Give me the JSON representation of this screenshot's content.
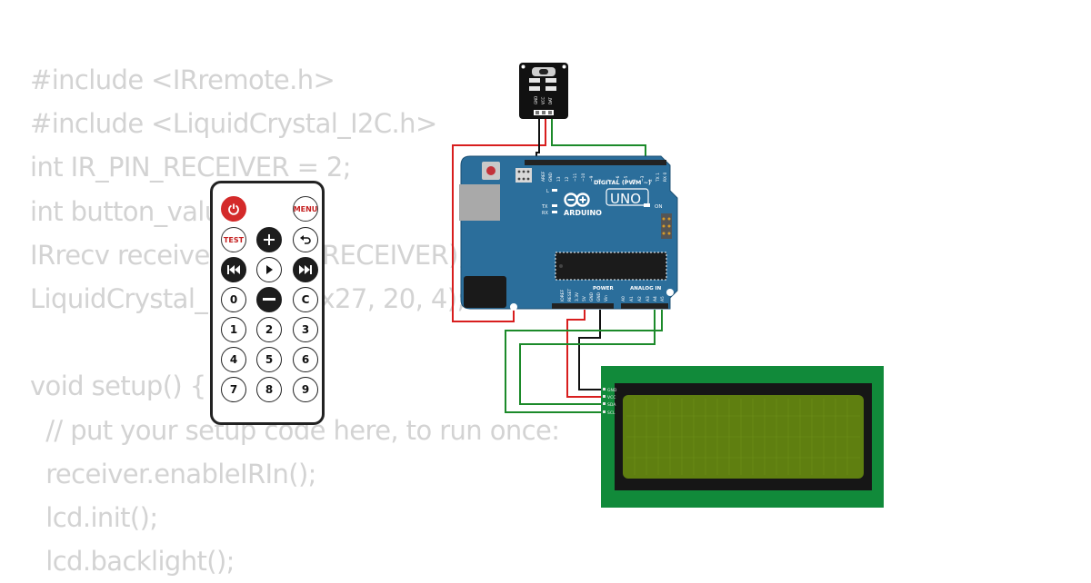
{
  "code_lines": [
    "#include <IRremote.h>",
    "#include <LiquidCrystal_I2C.h>",
    "int IR_PIN_RECEIVER = 2;",
    "int button_value;",
    "IRrecv receiver(IR_PIN_RECEIVER);",
    "LiquidCrystal_I2C lcd(0x27, 20, 4);",
    "",
    "void setup() {",
    "  // put your setup code here, to run once:",
    "  receiver.enableIRIn();",
    "  lcd.init();",
    "  lcd.backlight();"
  ],
  "ir_module": {
    "pin_labels": [
      "GND",
      "VCC",
      "DAT"
    ]
  },
  "arduino": {
    "brand": "ARDUINO",
    "model": "UNO",
    "digital_header": "DIGITAL (PWM ~)",
    "on_label": "ON",
    "led_labels": [
      "L",
      "TX",
      "RX"
    ],
    "top_pins": [
      "AREF",
      "GND",
      "13",
      "12",
      "~11",
      "~10",
      "~9",
      "8",
      "7",
      "~6",
      "~5",
      "4",
      "~3",
      "2",
      "TX 1",
      "RX 0"
    ],
    "power_header": "POWER",
    "analog_header": "ANALOG IN",
    "power_pins": [
      "IOREF",
      "RESET",
      "3.3V",
      "5V",
      "GND",
      "GND",
      "Vin"
    ],
    "analog_pins": [
      "A0",
      "A1",
      "A2",
      "A3",
      "A4",
      "A5"
    ]
  },
  "lcd": {
    "pin_labels": [
      "GND",
      "VCC",
      "SDA",
      "SCL"
    ]
  },
  "remote": {
    "buttons": {
      "power": "",
      "menu": "MENU",
      "test": "TEST",
      "plus": "",
      "back": "",
      "prev": "",
      "play": "",
      "next": "",
      "zero": "0",
      "minus": "",
      "c": "C",
      "n1": "1",
      "n2": "2",
      "n3": "3",
      "n4": "4",
      "n5": "5",
      "n6": "6",
      "n7": "7",
      "n8": "8",
      "n9": "9"
    }
  },
  "colors": {
    "board_blue": "#2b6e9b",
    "wire_red": "#d81e1e",
    "wire_green": "#1c8a2a",
    "wire_black": "#111111",
    "lcd_frame": "#118a3a",
    "lcd_screen": "#5f7f10",
    "code_text": "#d3d3d3"
  }
}
